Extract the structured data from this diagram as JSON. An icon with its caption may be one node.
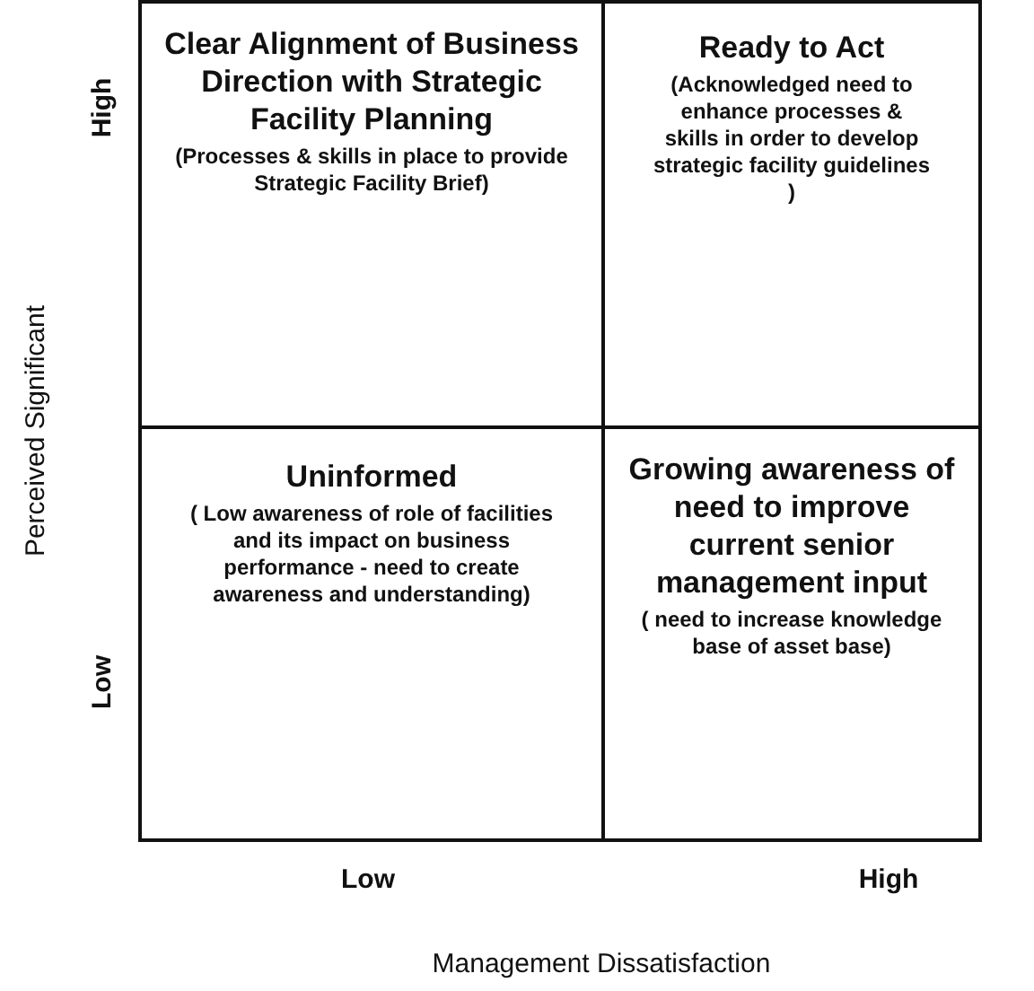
{
  "diagram": {
    "nodes": [
      {
        "text": [
          "Clear Alignment of Business Direction with Strategic Facility Planning",
          "(Processes & skills in place to provide Strategic Facility Brief)"
        ]
      },
      {
        "text": [
          "Ready to Act",
          "(Acknowledged need to enhance processes & skills in order to develop strategic facility guidelines )"
        ]
      },
      {
        "text": [
          "Uninformed",
          "( Low awareness of role of facilities and its impact on business performance - need to create awareness and understanding)"
        ]
      },
      {
        "text": [
          "Growing awareness of need to improve current senior management input",
          "( need to increase knowledge base of asset base)"
        ]
      }
    ],
    "edges": [],
    "labels": [
      "High",
      "Perceived Significant",
      "Low",
      "Low",
      "High",
      "Management Dissatisfaction"
    ]
  }
}
